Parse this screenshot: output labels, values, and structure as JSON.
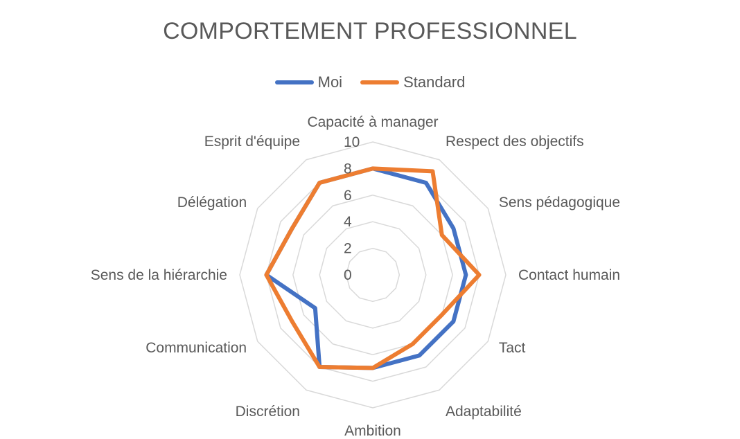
{
  "chart_data": {
    "type": "radar",
    "title": "COMPORTEMENT PROFESSIONNEL",
    "categories": [
      "Capacité à manager",
      "Respect des objectifs",
      "Sens pédagogique",
      "Contact humain",
      "Tact",
      "Adaptabilité",
      "Ambition",
      "Discrétion",
      "Communication",
      "Sens de la hiérarchie",
      "Délégation",
      "Esprit d'équipe"
    ],
    "series": [
      {
        "name": "Moi",
        "color": "#4472C4",
        "values": [
          8,
          8,
          7,
          7,
          7,
          7,
          7,
          8,
          5,
          8,
          7,
          8
        ]
      },
      {
        "name": "Standard",
        "color": "#ED7D31",
        "values": [
          8,
          9,
          6,
          8,
          6,
          6,
          7,
          8,
          7,
          8,
          7,
          8
        ]
      }
    ],
    "rlim": [
      0,
      10
    ],
    "rticks": [
      "0",
      "2",
      "4",
      "6",
      "8",
      "10"
    ],
    "grid": true,
    "legend": "top"
  }
}
